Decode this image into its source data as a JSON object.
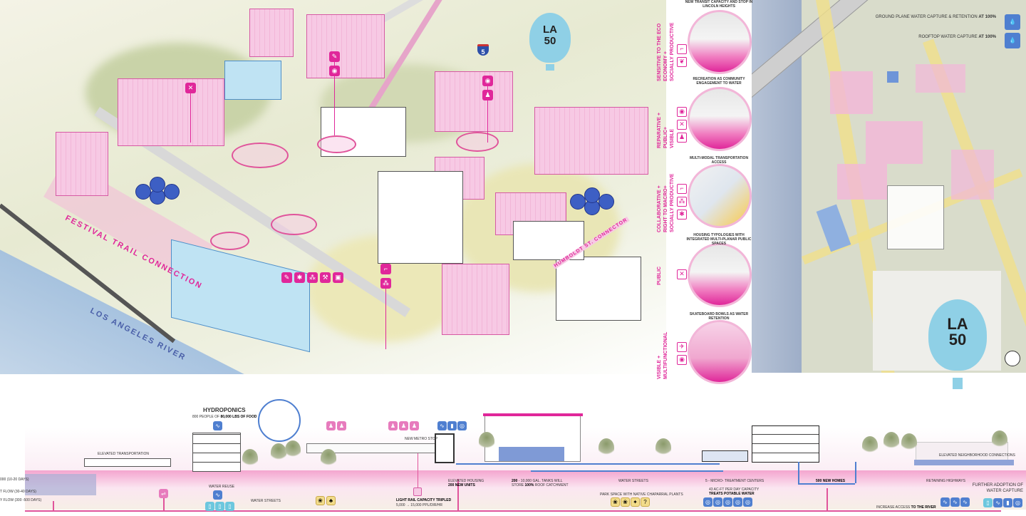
{
  "aerial": {
    "labels": {
      "festival_trail": "FESTIVAL TRAIL CONNECTION",
      "la_river": "LOS ANGELES RIVER",
      "humboldt": "HUMBOLDT ST. CONNECTOR",
      "freeway_shield": "5"
    },
    "balloon": {
      "line1": "LA",
      "line2": "50"
    }
  },
  "vignettes": [
    {
      "title": "NEW TRANSIT CAPACITY AND STOP IN LINCOLN HEIGHTS",
      "side_label": "SENSITIVE TO THE ECO\nECONOMY +\nSOCIALLY PRODUCTIVE"
    },
    {
      "title": "RECREATION AS COMMUNITY ENGAGEMENT TO WATER",
      "side_label": "REPARATIVE +\nPUBLIC+\nVISIBLE"
    },
    {
      "title": "MULTI-MODAL TRANSPORTATION ACCESS",
      "side_label": "COLLABORATIVE +\nRIGHT TO MACRO+\nSOCIALLY PRODUCTIVE"
    },
    {
      "title": "HOUSING TYPOLOGIES WITH INTEGRATED MULTI-PLANAR PUBLIC SPACES",
      "side_label": "PUBLIC"
    },
    {
      "title": "SKATEBOARD BOWLS AS WATER RETENTION",
      "side_label": "VISIBLE +\nMULTIFUNCTIONAL"
    }
  ],
  "map": {
    "legend": [
      {
        "text": "GROUND PLANE WATER CAPTURE & RETENTION",
        "bold": "AT 100%"
      },
      {
        "text": "ROOFTOP WATER CAPTURE",
        "bold": "AT 100%"
      }
    ],
    "balloon": {
      "line1": "LA",
      "line2": "50"
    }
  },
  "section": {
    "hydroponics_title": "HYDROPONICS",
    "hydroponics_sub": "800 PEOPLE OF",
    "hydroponics_sub_bold": "80,000 LBS OF FOOD",
    "elevated_transportation": "ELEVATED TRANSPORTATION",
    "water_reuse": "WATER REUSE",
    "water_streets_1": "WATER STREETS",
    "flow_labels": [
      "000 (10-20 DAYS)",
      "T FLOW (30-40 DAYS)",
      "Y FLOW (300 -500 DAYS)"
    ],
    "new_metro_stop": "NEW METRO STOP",
    "light_rail": "LIGHT RAIL CAPACITY TRIPLED",
    "light_rail_from": "5,000",
    "light_rail_to": "15,000 PPL/DIR/HR",
    "elevated_housing": "ELEVATED HOUSING",
    "new_units": "200 NEW UNITS",
    "tanks_bold": "200",
    "tanks_text": "- 10,000 GAL. TANKS WILL",
    "tanks_text2": "STORE",
    "tanks_bold2": "100%",
    "tanks_text3": "ROOF CATCHMENT",
    "water_streets_2": "WATER STREETS",
    "park_space": "PARK SPACE WITH NATIVE CHAPARRAL PLANTS",
    "treatment_centers": "5 - MICRO- TREATMENT CENTERS",
    "capacity": "43 AC-FT PER DAY CAPACITY",
    "treats": "TREATS POTABLE WATER",
    "new_homes": "500 NEW HOMES",
    "retaining_highways": "RETAINING HIGHWAYS",
    "elevated_connections": "ELEVATED NEIGHBORHOOD CONNECTIONS",
    "further_adoption": "FURTHER ADOPTION OF",
    "water_capture": "WATER CAPTURE",
    "increase_access": "INCREASE ACCESS",
    "to_river": "TO THE RIVER"
  },
  "colors": {
    "accent": "#e0279a",
    "water": "#4f7fd0",
    "pink_light": "#f7c9e4"
  }
}
